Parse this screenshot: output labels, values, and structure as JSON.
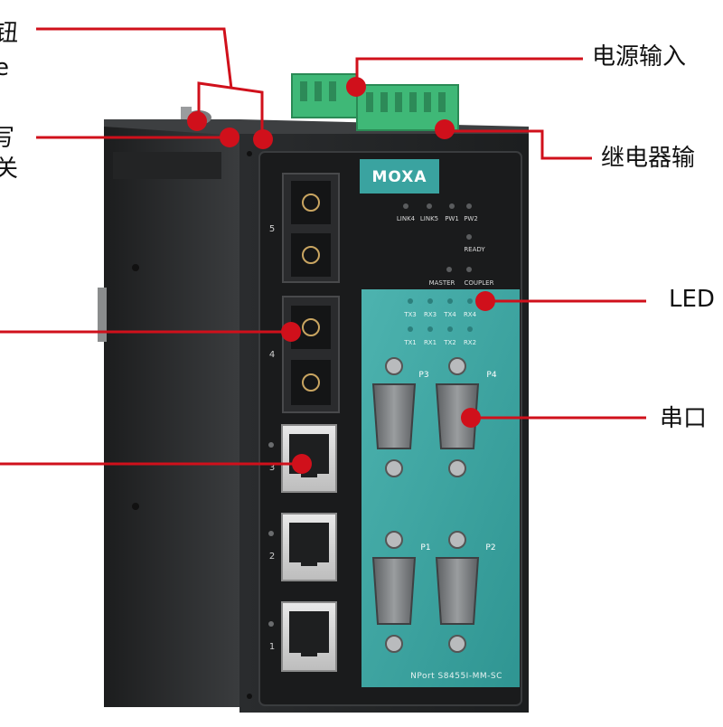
{
  "device": {
    "brand": "MOXA",
    "model": "NPort S8455I-MM-SC"
  },
  "callouts": {
    "knob_partial": "钮",
    "knob_partial_2": "e",
    "switch_partial_1": "写",
    "switch_partial_2": "关",
    "power_input": "电源输入",
    "relay_output_partial": "继电器输",
    "led": "LED",
    "serial_port": "串口"
  },
  "led_labels": {
    "link4": "LINK4",
    "link5": "LINK5",
    "pw1": "PW1",
    "pw2": "PW2",
    "ready": "READY",
    "master": "MASTER",
    "coupler": "COUPLER",
    "tx3": "TX3",
    "rx3": "RX3",
    "tx4": "TX4",
    "rx4": "RX4",
    "tx1": "TX1",
    "rx1": "RX1",
    "tx2": "TX2",
    "rx2": "RX2"
  },
  "port_labels": {
    "fiber5": "5",
    "fiber4": "4",
    "eth3": "3",
    "eth2": "2",
    "eth1": "1",
    "p1": "P1",
    "p2": "P2",
    "p3": "P3",
    "p4": "P4"
  },
  "colors": {
    "device_body": "#2b2d2f",
    "front_panel": "#1e2021",
    "teal_panel": "#3aa3a0",
    "terminal_green": "#3fb877",
    "callout_red": "#d0101b"
  }
}
